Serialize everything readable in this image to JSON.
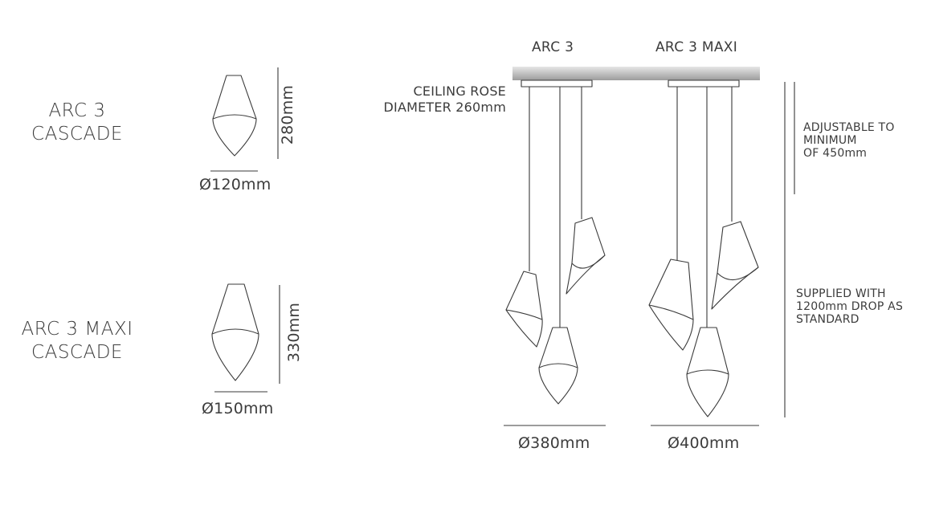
{
  "products": [
    {
      "name_line1": "ARC 3",
      "name_line2": "CASCADE",
      "height": "280mm",
      "diameter": "Ø120mm"
    },
    {
      "name_line1": "ARC 3 MAXI",
      "name_line2": "CASCADE",
      "height": "330mm",
      "diameter": "Ø150mm"
    }
  ],
  "assembly": {
    "left_header": "ARC 3",
    "right_header": "ARC 3 MAXI",
    "ceiling_rose_line1": "CEILING ROSE",
    "ceiling_rose_line2": "DIAMETER 260mm",
    "left_diameter": "Ø380mm",
    "right_diameter": "Ø400mm"
  },
  "notes": {
    "adjustable_line1": "ADJUSTABLE TO",
    "adjustable_line2": "MINIMUM",
    "adjustable_line3": "OF 450mm",
    "supplied_line1": "SUPPLIED WITH",
    "supplied_line2": "1200mm DROP AS",
    "supplied_line3": "STANDARD"
  },
  "colors": {
    "line": "#3a3a3a",
    "ceiling_dark": "#9a9a9a",
    "ceiling_light": "#e4e4e4"
  }
}
